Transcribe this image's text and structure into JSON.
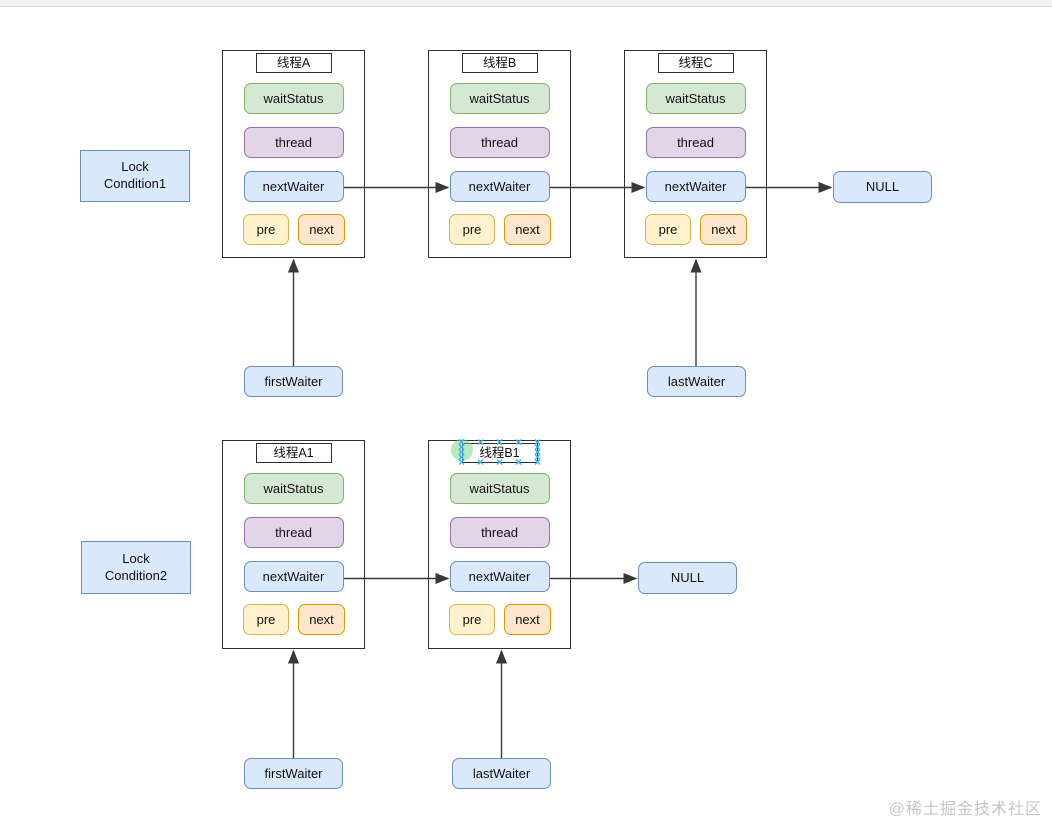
{
  "page": {
    "watermark": "@稀土掘金技术社区",
    "colors": {
      "node_green_fill": "#d5e8d4",
      "node_green_border": "#82b366",
      "node_purple_fill": "#e1d5e7",
      "node_purple_border": "#9673a6",
      "node_blue_fill": "#dae8fc",
      "node_blue_border": "#6c8ebf",
      "node_yellow_fill": "#fff2cc",
      "node_yellow_border": "#d6b656",
      "node_orange_fill": "#ffe6cc",
      "node_orange_border": "#d79b00",
      "edge_color": "#383838",
      "selection_handle_color": "#38b1f7",
      "selection_endpoint_green": "rgba(118,209,118,0.5)"
    }
  },
  "fields": {
    "waitStatus": "waitStatus",
    "thread": "thread",
    "nextWaiter": "nextWaiter",
    "pre": "pre",
    "next": "next"
  },
  "d1": {
    "lock": {
      "line1": "Lock",
      "line2": "Condition1"
    },
    "threads": [
      {
        "title": "线程A"
      },
      {
        "title": "线程B"
      },
      {
        "title": "线程C"
      }
    ],
    "null_label": "NULL",
    "first_waiter": "firstWaiter",
    "last_waiter": "lastWaiter",
    "edges": [
      "线程A.nextWaiter -> 线程B.nextWaiter",
      "线程B.nextWaiter -> 线程C.nextWaiter",
      "线程C.nextWaiter -> NULL",
      "firstWaiter -> 线程A",
      "lastWaiter -> 线程C"
    ]
  },
  "d2": {
    "lock": {
      "line1": "Lock",
      "line2": "Condition2"
    },
    "threads": [
      {
        "title": "线程A1"
      },
      {
        "title": "线程B1",
        "selected": true
      }
    ],
    "null_label": "NULL",
    "first_waiter": "firstWaiter",
    "last_waiter": "lastWaiter",
    "edges": [
      "线程A1.nextWaiter -> 线程B1.nextWaiter",
      "线程B1.nextWaiter -> NULL",
      "firstWaiter -> 线程A1",
      "lastWaiter -> 线程B1"
    ]
  }
}
